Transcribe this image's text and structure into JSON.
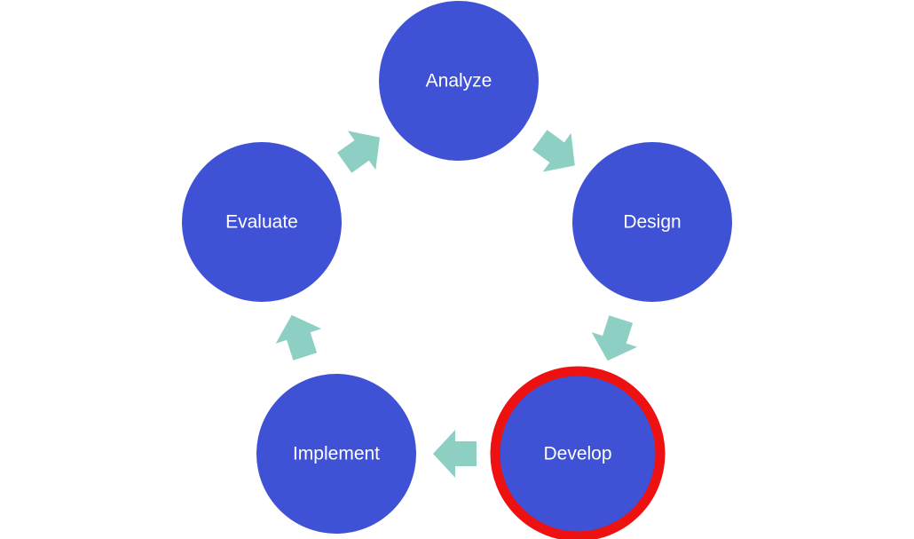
{
  "diagram": {
    "type": "cycle",
    "colors": {
      "node_fill": "#3f51d4",
      "arrow_fill": "#8ecfc4",
      "highlight_stroke": "#ee1111",
      "label_text": "#ffffff",
      "background": "#ffffff"
    },
    "nodes": [
      {
        "id": "analyze",
        "label": "Analyze",
        "highlighted": false
      },
      {
        "id": "design",
        "label": "Design",
        "highlighted": false
      },
      {
        "id": "develop",
        "label": "Develop",
        "highlighted": true
      },
      {
        "id": "implement",
        "label": "Implement",
        "highlighted": false
      },
      {
        "id": "evaluate",
        "label": "Evaluate",
        "highlighted": false
      }
    ],
    "connections": [
      {
        "from": "analyze",
        "to": "design"
      },
      {
        "from": "design",
        "to": "develop"
      },
      {
        "from": "develop",
        "to": "implement"
      },
      {
        "from": "implement",
        "to": "evaluate"
      },
      {
        "from": "evaluate",
        "to": "analyze"
      }
    ]
  }
}
